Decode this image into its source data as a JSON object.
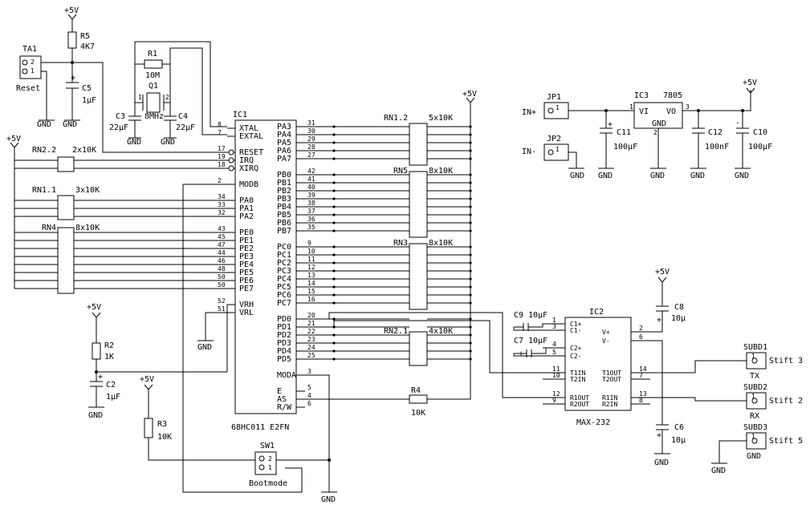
{
  "title": "",
  "components": {
    "ta1": {
      "ref": "TA1",
      "name": "Reset",
      "pins": [
        "2",
        "1"
      ]
    },
    "r5": {
      "ref": "R5",
      "value": "4K7"
    },
    "c5": {
      "ref": "C5",
      "value": "1µF"
    },
    "r1": {
      "ref": "R1",
      "value": "10M"
    },
    "q1": {
      "ref": "Q1",
      "value": "8MHz",
      "pins": [
        "1",
        "2"
      ]
    },
    "c3": {
      "ref": "C3",
      "value": "22µF"
    },
    "c4": {
      "ref": "C4",
      "value": "22µF"
    },
    "ic1": {
      "ref": "IC1",
      "name": "68HC011 E2FN"
    },
    "rn22": {
      "ref": "RN2.2",
      "value": "2x10K"
    },
    "rn11": {
      "ref": "RN1.1",
      "value": "3x10K"
    },
    "rn4": {
      "ref": "RN4",
      "value": "8x10K"
    },
    "rn12": {
      "ref": "RN1.2",
      "value": "5x10K"
    },
    "rn5": {
      "ref": "RN5",
      "value": "8x10K"
    },
    "rn3": {
      "ref": "RN3",
      "value": "8x10K"
    },
    "rn21": {
      "ref": "RN2.1",
      "value": "4x10K"
    },
    "r2": {
      "ref": "R2",
      "value": "1K"
    },
    "c2": {
      "ref": "C2",
      "value": "1µF"
    },
    "r3": {
      "ref": "R3",
      "value": "10K"
    },
    "r4": {
      "ref": "R4",
      "value": "10K"
    },
    "sw1": {
      "ref": "SW1",
      "name": "Bootmode",
      "pins": [
        "2",
        "1"
      ]
    },
    "jp1": {
      "ref": "JP1",
      "net": "IN+",
      "pin": "1"
    },
    "jp2": {
      "ref": "JP2",
      "net": "IN-",
      "pin": "1"
    },
    "ic3": {
      "ref": "IC3",
      "name": "7805",
      "vi": "VI",
      "vo": "VO",
      "gnd": "GND",
      "pin_in": "1",
      "pin_out": "3",
      "pin_gnd": "2"
    },
    "c11": {
      "ref": "C11",
      "value": "100µF"
    },
    "c12": {
      "ref": "C12",
      "value": "100nF"
    },
    "c10": {
      "ref": "C10",
      "value": "100µF"
    },
    "ic2": {
      "ref": "IC2",
      "name": "MAX-232"
    },
    "c9": {
      "ref": "C9",
      "value": "10µF"
    },
    "c7": {
      "ref": "C7",
      "value": "10µF"
    },
    "c8": {
      "ref": "C8",
      "value": "10µ"
    },
    "c6": {
      "ref": "C6",
      "value": "10µ"
    },
    "subd1": {
      "ref": "SUBD1",
      "label": "TX",
      "stift": "Stift 3",
      "pin": "1"
    },
    "subd2": {
      "ref": "SUBD2",
      "label": "RX",
      "stift": "Stift 2",
      "pin": "1"
    },
    "subd3": {
      "ref": "SUBD3",
      "label": "GND",
      "stift": "Stift 5",
      "pin": "1"
    }
  },
  "nets": {
    "vcc": "+5V",
    "gnd": "GND",
    "plus": "+",
    "minus": "-"
  },
  "ic1_left_pins": [
    {
      "num": "8",
      "name": "XTAL"
    },
    {
      "num": "7",
      "name": "EXTAL"
    },
    {
      "num": "17",
      "name": "RESET"
    },
    {
      "num": "19",
      "name": "IRQ"
    },
    {
      "num": "18",
      "name": "XIRQ"
    },
    {
      "num": "2",
      "name": "MODB"
    },
    {
      "num": "34",
      "name": "PA0"
    },
    {
      "num": "33",
      "name": "PA1"
    },
    {
      "num": "32",
      "name": "PA2"
    },
    {
      "num": "43",
      "name": "PE0"
    },
    {
      "num": "45",
      "name": "PE1"
    },
    {
      "num": "47",
      "name": "PE2"
    },
    {
      "num": "44",
      "name": "PE3"
    },
    {
      "num": "46",
      "name": "PE4"
    },
    {
      "num": "48",
      "name": "PE5"
    },
    {
      "num": "50",
      "name": "PE6"
    },
    {
      "num": "50",
      "name": "PE7"
    },
    {
      "num": "52",
      "name": "VRH"
    },
    {
      "num": "51",
      "name": "VRL"
    }
  ],
  "ic1_right_pins": [
    {
      "num": "31",
      "name": "PA3"
    },
    {
      "num": "30",
      "name": "PA4"
    },
    {
      "num": "29",
      "name": "PA5"
    },
    {
      "num": "28",
      "name": "PA6"
    },
    {
      "num": "27",
      "name": "PA7"
    },
    {
      "num": "42",
      "name": "PB0"
    },
    {
      "num": "41",
      "name": "PB1"
    },
    {
      "num": "40",
      "name": "PB2"
    },
    {
      "num": "39",
      "name": "PB3"
    },
    {
      "num": "38",
      "name": "PB4"
    },
    {
      "num": "37",
      "name": "PB5"
    },
    {
      "num": "36",
      "name": "PB6"
    },
    {
      "num": "35",
      "name": "PB7"
    },
    {
      "num": "9",
      "name": "PC0"
    },
    {
      "num": "10",
      "name": "PC1"
    },
    {
      "num": "11",
      "name": "PC2"
    },
    {
      "num": "12",
      "name": "PC3"
    },
    {
      "num": "13",
      "name": "PC4"
    },
    {
      "num": "14",
      "name": "PC5"
    },
    {
      "num": "15",
      "name": "PC6"
    },
    {
      "num": "16",
      "name": "PC7"
    },
    {
      "num": "20",
      "name": "PD0"
    },
    {
      "num": "21",
      "name": "PD1"
    },
    {
      "num": "22",
      "name": "PD2"
    },
    {
      "num": "23",
      "name": "PD3"
    },
    {
      "num": "24",
      "name": "PD4"
    },
    {
      "num": "25",
      "name": "PD5"
    },
    {
      "num": "3",
      "name": "MODA"
    },
    {
      "num": "5",
      "name": "E"
    },
    {
      "num": "4",
      "name": "AS"
    },
    {
      "num": "6",
      "name": "R/W"
    }
  ],
  "ic2_left_pins": [
    {
      "num": "1",
      "name": "C1+"
    },
    {
      "num": "3",
      "name": "C1-"
    },
    {
      "num": "4",
      "name": "C2+"
    },
    {
      "num": "5",
      "name": "C2-"
    },
    {
      "num": "11",
      "name": "T1IN"
    },
    {
      "num": "10",
      "name": "T2IN"
    },
    {
      "num": "12",
      "name": "R1OUT"
    },
    {
      "num": "9",
      "name": "R2OUT"
    }
  ],
  "ic2_right_pins": [
    {
      "num": "2",
      "name": "V+"
    },
    {
      "num": "6",
      "name": "V-"
    },
    {
      "num": "14",
      "name": "T1OUT"
    },
    {
      "num": "7",
      "name": "T2OUT"
    },
    {
      "num": "13",
      "name": "R1IN"
    },
    {
      "num": "8",
      "name": "R2IN"
    }
  ]
}
